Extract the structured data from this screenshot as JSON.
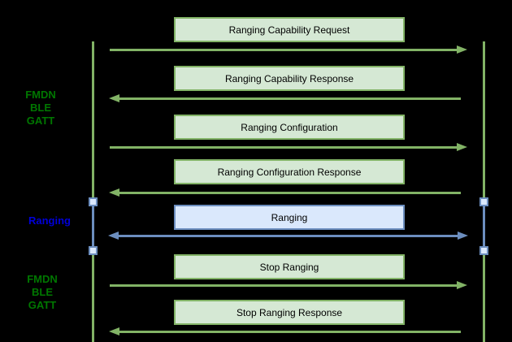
{
  "diagram": {
    "type": "sequence-diagram",
    "background_color": "#000000",
    "phase_labels": [
      {
        "lines": [
          "FMDN",
          "BLE",
          "GATT"
        ],
        "color": "#007700"
      },
      {
        "lines": [
          "Ranging"
        ],
        "color": "#0000d9"
      },
      {
        "lines": [
          "FMDN",
          "BLE",
          "GATT"
        ],
        "color": "#007700"
      }
    ],
    "messages": [
      {
        "label": "Ranging Capability Request",
        "direction": "right",
        "color_scheme": "green"
      },
      {
        "label": "Ranging Capability Response",
        "direction": "left",
        "color_scheme": "green"
      },
      {
        "label": "Ranging Configuration",
        "direction": "right",
        "color_scheme": "green"
      },
      {
        "label": "Ranging Configuration Response",
        "direction": "left",
        "color_scheme": "green"
      },
      {
        "label": "Ranging",
        "direction": "both",
        "color_scheme": "blue"
      },
      {
        "label": "Stop Ranging",
        "direction": "right",
        "color_scheme": "green"
      },
      {
        "label": "Stop Ranging Response",
        "direction": "left",
        "color_scheme": "green"
      }
    ],
    "lifelines": [
      {
        "side": "left"
      },
      {
        "side": "right"
      }
    ],
    "colors": {
      "green_box_fill": "#d5e8d4",
      "green_stroke": "#82b366",
      "blue_box_fill": "#dae8fc",
      "blue_stroke": "#6c8ebf",
      "green_label_text": "#007700",
      "blue_label_text": "#0000d9",
      "message_text": "#000000"
    }
  }
}
